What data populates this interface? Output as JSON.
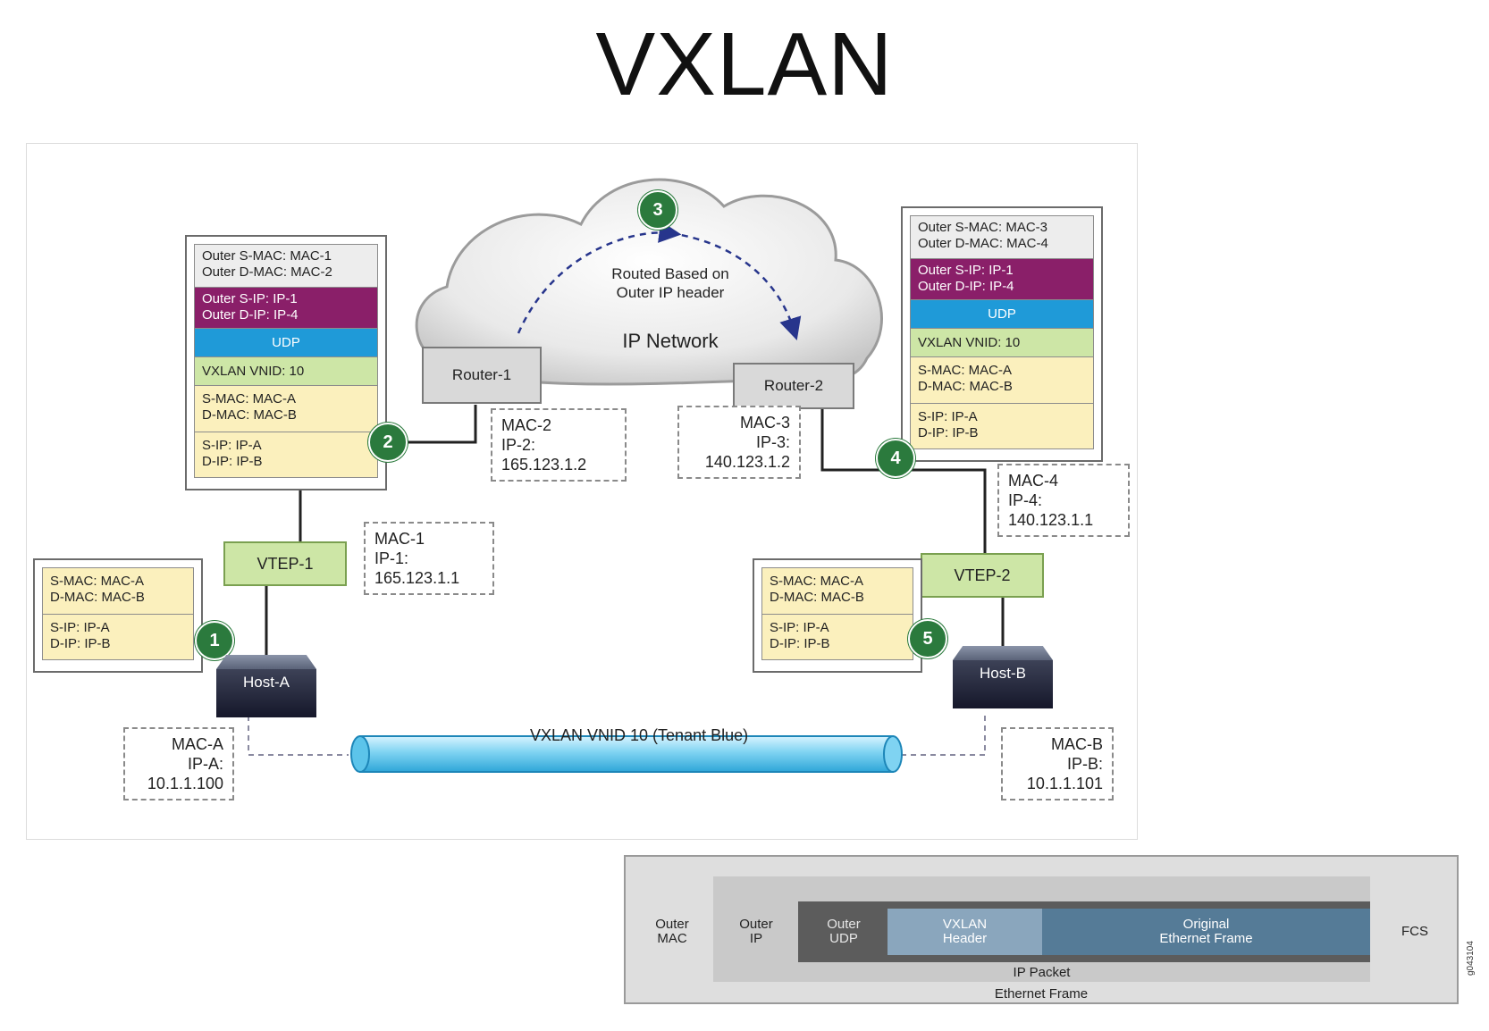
{
  "title": "VXLAN",
  "cloud": {
    "step": "3",
    "routed_line1": "Routed Based on",
    "routed_line2": "Outer IP header",
    "network_label": "IP Network"
  },
  "left_packet": {
    "outer_mac": [
      "Outer S-MAC: MAC-1",
      "Outer D-MAC: MAC-2"
    ],
    "outer_ip": [
      "Outer S-IP: IP-1",
      "Outer D-IP: IP-4"
    ],
    "udp": "UDP",
    "vnid": "VXLAN VNID: 10",
    "inner_mac": [
      "S-MAC: MAC-A",
      "D-MAC: MAC-B"
    ],
    "inner_ip": [
      "S-IP: IP-A",
      "D-IP: IP-B"
    ]
  },
  "right_packet": {
    "outer_mac": [
      "Outer S-MAC: MAC-3",
      "Outer D-MAC: MAC-4"
    ],
    "outer_ip": [
      "Outer S-IP: IP-1",
      "Outer D-IP: IP-4"
    ],
    "udp": "UDP",
    "vnid": "VXLAN VNID: 10",
    "inner_mac": [
      "S-MAC: MAC-A",
      "D-MAC: MAC-B"
    ],
    "inner_ip": [
      "S-IP: IP-A",
      "D-IP: IP-B"
    ]
  },
  "host_a_frame": {
    "inner_mac": [
      "S-MAC: MAC-A",
      "D-MAC: MAC-B"
    ],
    "inner_ip": [
      "S-IP: IP-A",
      "D-IP: IP-B"
    ]
  },
  "host_b_frame": {
    "inner_mac": [
      "S-MAC: MAC-A",
      "D-MAC: MAC-B"
    ],
    "inner_ip": [
      "S-IP: IP-A",
      "D-IP: IP-B"
    ]
  },
  "steps": [
    "1",
    "2",
    "3",
    "4",
    "5"
  ],
  "routers": {
    "r1": "Router-1",
    "r2": "Router-2"
  },
  "vteps": {
    "v1": "VTEP-1",
    "v2": "VTEP-2"
  },
  "hosts": {
    "a": "Host-A",
    "b": "Host-B"
  },
  "addresses": {
    "router1": [
      "MAC-2",
      "IP-2:",
      "165.123.1.2"
    ],
    "router2": [
      "MAC-3",
      "IP-3:",
      "140.123.1.2"
    ],
    "vtep1": [
      "MAC-1",
      "IP-1:",
      "165.123.1.1"
    ],
    "vtep2": [
      "MAC-4",
      "IP-4:",
      "140.123.1.1"
    ],
    "host_a": [
      "MAC-A",
      "IP-A:",
      "10.1.1.100"
    ],
    "host_b": [
      "MAC-B",
      "IP-B:",
      "10.1.1.101"
    ]
  },
  "tunnel_label": "VXLAN VNID 10 (Tenant Blue)",
  "encapsulation": {
    "outer_mac": [
      "Outer",
      "MAC"
    ],
    "outer_ip": [
      "Outer",
      "IP"
    ],
    "outer_udp": [
      "Outer",
      "UDP"
    ],
    "vxlan_header": [
      "VXLAN",
      "Header"
    ],
    "original_frame": [
      "Original",
      "Ethernet Frame"
    ],
    "fcs": "FCS",
    "ip_packet": "IP Packet",
    "ethernet_frame": "Ethernet Frame"
  },
  "figure_code": "g043104",
  "colors": {
    "outer_ip": "#8a1f69",
    "udp": "#1f9ad8",
    "vnid": "#cde6a6",
    "inner": "#fbf0bd",
    "badge": "#2b7a3d",
    "tunnel": "#8fd8f2"
  }
}
